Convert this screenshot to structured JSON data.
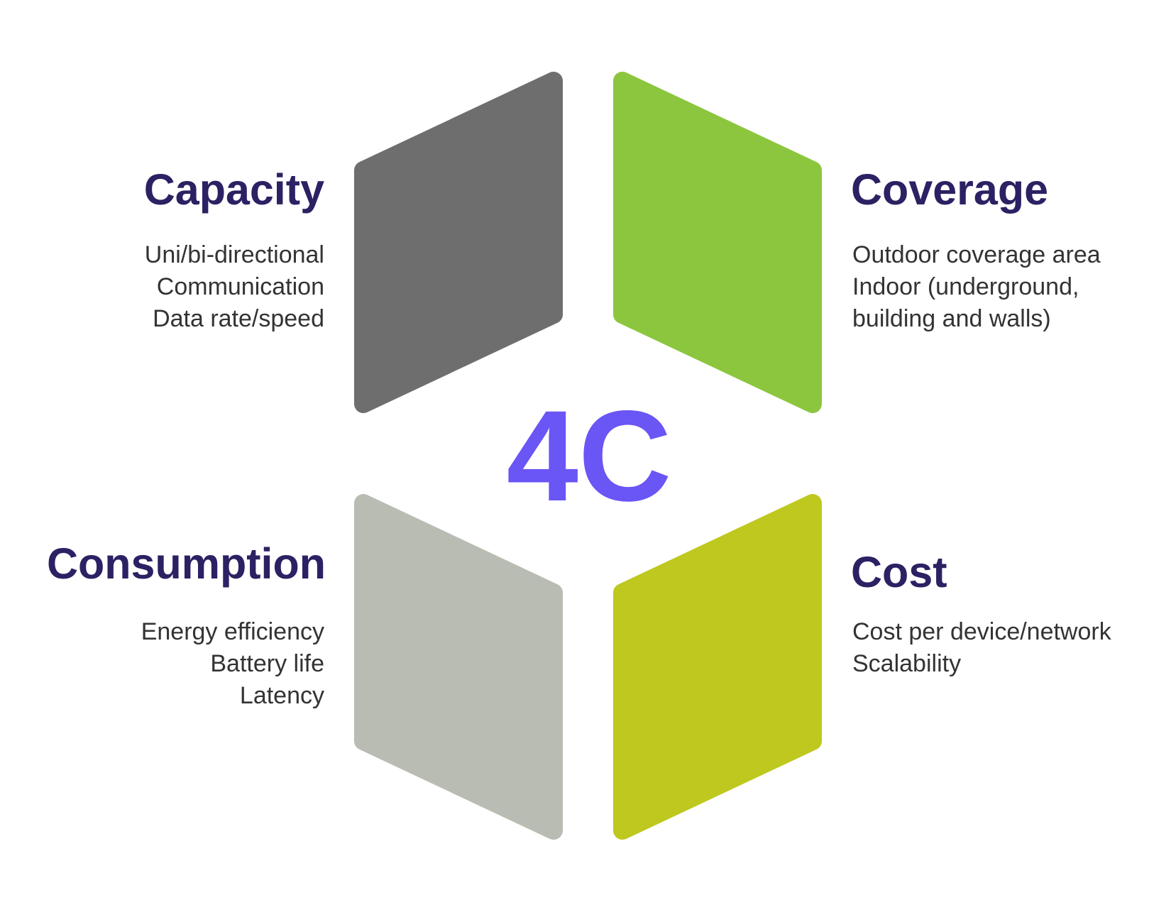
{
  "center_label": "4C",
  "quadrants": [
    {
      "title": "Capacity",
      "lines": [
        "Uni/bi-directional",
        "Communication",
        "Data rate/speed"
      ],
      "color": "#6e6e6e"
    },
    {
      "title": "Coverage",
      "lines": [
        "Outdoor coverage area",
        "Indoor (underground,",
        "building and walls)"
      ],
      "color": "#8cc63f"
    },
    {
      "title": "Consumption",
      "lines": [
        "Energy efficiency",
        "Battery life",
        "Latency"
      ],
      "color": "#b9bcb2"
    },
    {
      "title": "Cost",
      "lines": [
        "Cost per device/network",
        "Scalability"
      ],
      "color": "#bec81e"
    }
  ]
}
